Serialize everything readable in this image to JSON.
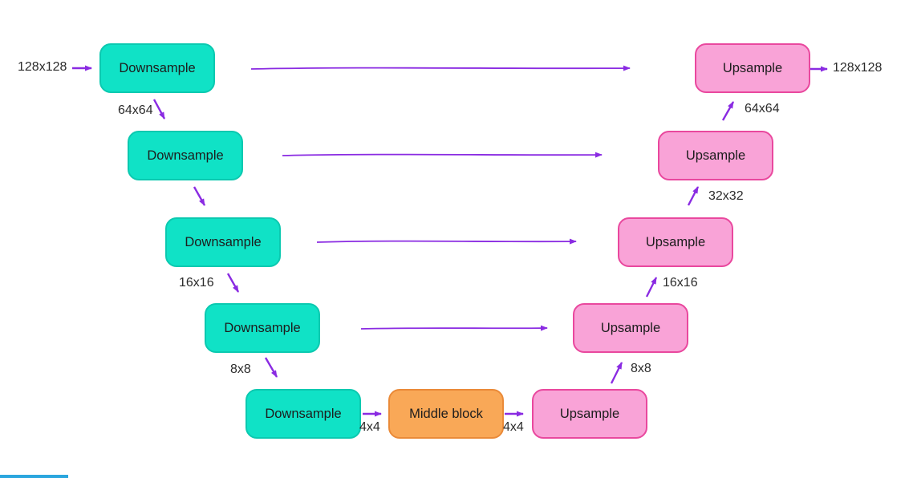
{
  "diagram": {
    "type": "unet-architecture",
    "nodes": {
      "downsample": [
        "Downsample",
        "Downsample",
        "Downsample",
        "Downsample",
        "Downsample"
      ],
      "middle": "Middle block",
      "upsample": [
        "Upsample",
        "Upsample",
        "Upsample",
        "Upsample",
        "Upsample"
      ]
    },
    "labels": {
      "input": "128x128",
      "output": "128x128",
      "down_64": "64x64",
      "down_16": "16x16",
      "down_8": "8x8",
      "down_4": "4x4",
      "up_4": "4x4",
      "up_8": "8x8",
      "up_16": "16x16",
      "up_32": "32x32",
      "up_64": "64x64"
    },
    "colors": {
      "downsample_fill": "#10E2C6",
      "downsample_border": "#0BC9B0",
      "upsample_fill": "#F9A3D7",
      "upsample_border": "#E9489E",
      "middle_fill": "#F9A857",
      "middle_border": "#EA8A38",
      "arrow": "#8A2BE2",
      "text": "#1d1d1d",
      "accent_bar": "#2BA6DE"
    }
  }
}
